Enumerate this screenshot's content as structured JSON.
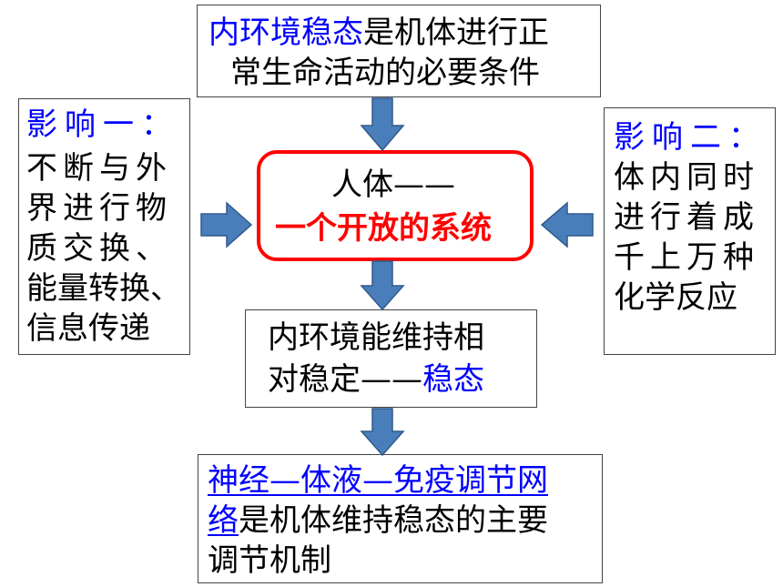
{
  "top_box": {
    "highlight": "内环境稳态",
    "line1_rest": "是机体进行正",
    "line2": "常生命活动的必要条件",
    "highlight_color": "#0000ff"
  },
  "left_box": {
    "heading": "影响一：",
    "lines": [
      "不断与外",
      "界进行物",
      "质交换、",
      "能量转换、",
      "信息传递"
    ]
  },
  "right_box": {
    "heading": "影响二：",
    "lines": [
      "体内同时",
      "进行着成",
      "千上万种",
      "化学反应"
    ]
  },
  "center_box": {
    "line1": "人体——",
    "line2": "一个开放的系统",
    "border_color": "#ff0000"
  },
  "middle_box": {
    "line1": "内环境能维持相",
    "line2_prefix": "对稳定——",
    "line2_highlight": "稳态"
  },
  "bottom_box": {
    "link1": "神经—体液—免疫调节网",
    "link2": "络",
    "line2_rest": "是机体维持稳态的主要",
    "line3": "调节机制"
  },
  "colors": {
    "arrow_fill": "#4a7ebb",
    "arrow_stroke": "#2e5a8a",
    "accent_blue": "#0000ff",
    "accent_red": "#ff0000"
  }
}
